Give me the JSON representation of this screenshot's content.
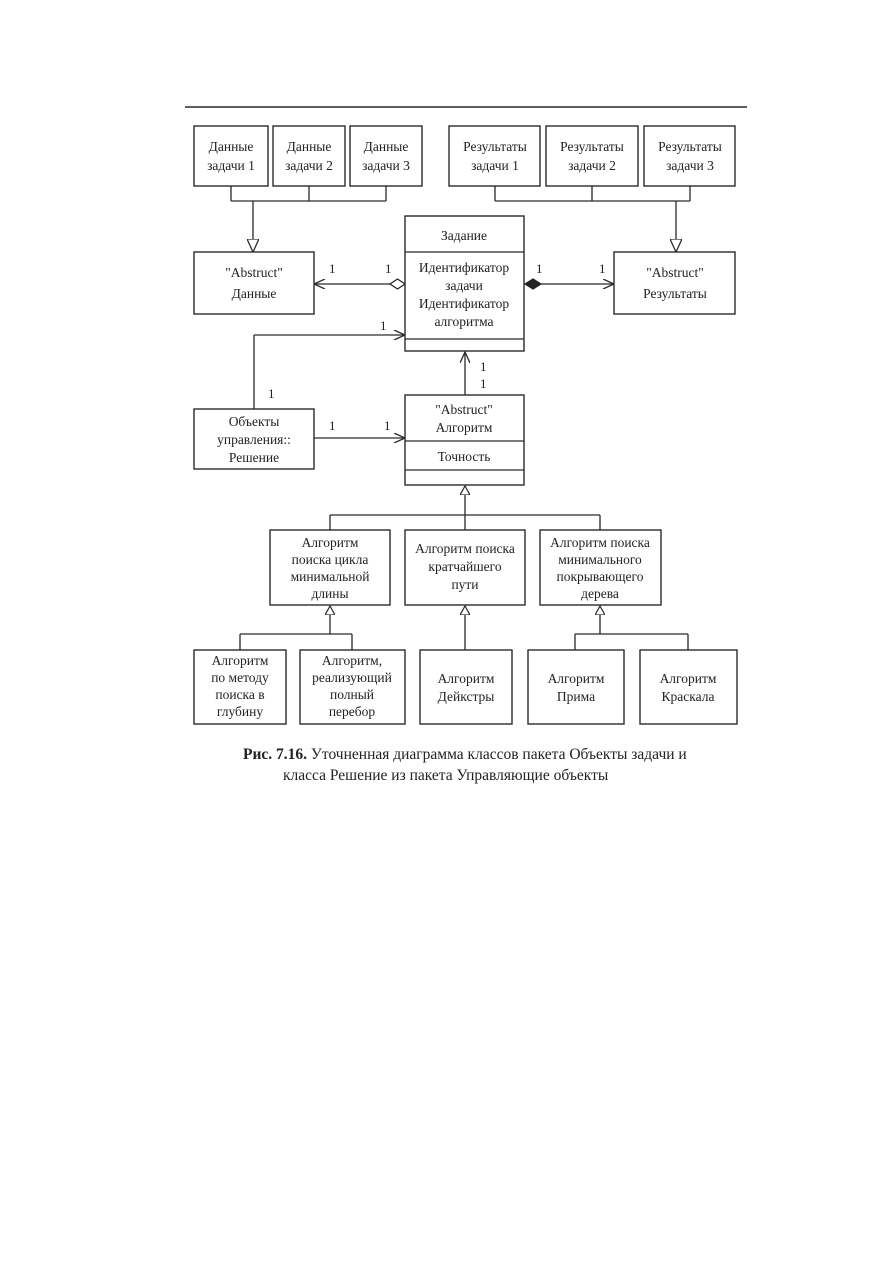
{
  "classes": {
    "data1": [
      "Данные",
      "задачи 1"
    ],
    "data2": [
      "Данные",
      "задачи 2"
    ],
    "data3": [
      "Данные",
      "задачи 3"
    ],
    "res1": [
      "Результаты",
      "задачи 1"
    ],
    "res2": [
      "Результаты",
      "задачи 2"
    ],
    "res3": [
      "Результаты",
      "задачи 3"
    ],
    "abs_data": [
      "\"Abstruct\"",
      "Данные"
    ],
    "task_name": "Задание",
    "task_attrs": [
      "Идентификатор",
      "задачи",
      "Идентификатор",
      "алгоритма"
    ],
    "abs_results": [
      "\"Abstruct\"",
      "Результаты"
    ],
    "control": [
      "Объекты",
      "управления::",
      "Решение"
    ],
    "abs_alg_name": [
      "\"Abstruct\"",
      "Алгоритм"
    ],
    "abs_alg_attr": "Точность",
    "alg_cycle": [
      "Алгоритм",
      "поиска цикла",
      "минимальной",
      "длины"
    ],
    "alg_path": [
      "Алгоритм поиска",
      "кратчайшего",
      "пути"
    ],
    "alg_tree": [
      "Алгоритм поиска",
      "минимального",
      "покрывающего",
      "дерева"
    ],
    "alg_dfs": [
      "Алгоритм",
      "по методу",
      "поиска в",
      "глубину"
    ],
    "alg_brute": [
      "Алгоритм,",
      "реализующий",
      "полный",
      "перебор"
    ],
    "alg_dijkstra": [
      "Алгоритм",
      "Дейкстры"
    ],
    "alg_prim": [
      "Алгоритм",
      "Прима"
    ],
    "alg_kruskal": [
      "Алгоритм",
      "Краскала"
    ]
  },
  "multiplicities": {
    "data_task_left": "1",
    "data_task_right": "1",
    "task_res_left": "1",
    "task_res_right": "1",
    "control_task_top": "1",
    "control_task_side": "1",
    "control_alg_left": "1",
    "control_alg_right": "1",
    "alg_task_upper": "1",
    "alg_task_lower": "1"
  },
  "caption": {
    "prefix": "Рис. 7.16.",
    "line1": "Уточненная диаграмма классов пакета Объекты задачи и",
    "line2": "класса Решение из пакета Управляющие объекты"
  }
}
